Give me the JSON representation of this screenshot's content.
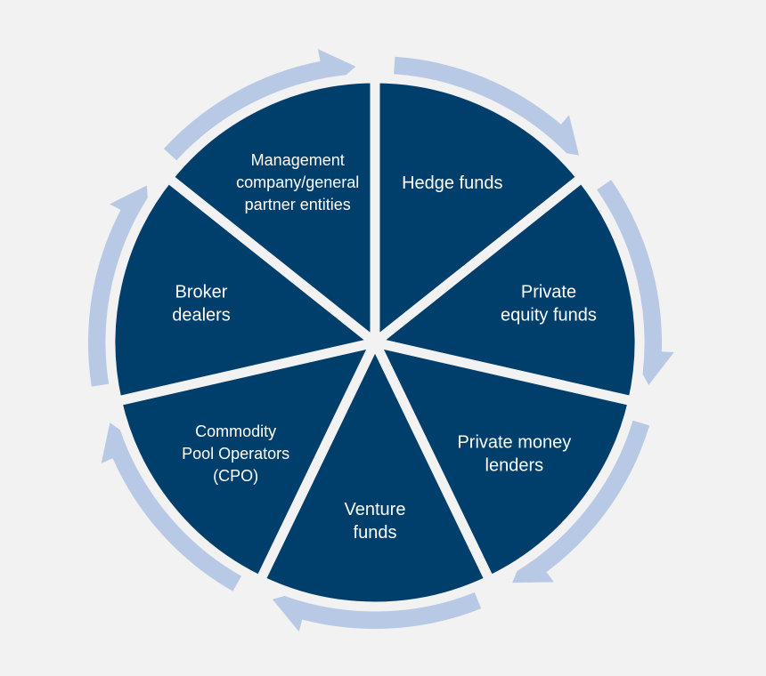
{
  "diagram": {
    "colors": {
      "background": "#f2f2f2",
      "segment_fill": "#003f6b",
      "arrow_ring": "#b7c9e4",
      "separator": "#f2f2f2",
      "label_text": "#ffffff"
    },
    "segments": [
      {
        "id": "hedge-funds",
        "lines": [
          "Hedge funds"
        ]
      },
      {
        "id": "private-equity-funds",
        "lines": [
          "Private",
          "equity funds"
        ]
      },
      {
        "id": "private-money-lenders",
        "lines": [
          "Private money",
          "lenders"
        ]
      },
      {
        "id": "venture-funds",
        "lines": [
          "Venture",
          "funds"
        ]
      },
      {
        "id": "commodity-pool-operators",
        "lines": [
          "Commodity",
          "Pool Operators",
          "(CPO)"
        ]
      },
      {
        "id": "broker-dealers",
        "lines": [
          "Broker",
          "dealers"
        ]
      },
      {
        "id": "management-company",
        "lines": [
          "Management",
          "company/general",
          "partner entities"
        ]
      }
    ]
  }
}
